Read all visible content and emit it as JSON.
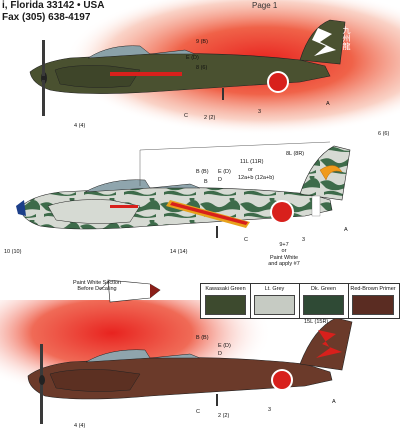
{
  "header": {
    "line1": "i, Florida  33142  •  USA",
    "line2": "Fax (305) 638-4197",
    "page_tag": "Page 1"
  },
  "colors": {
    "red_glow": "#e8231f",
    "olive_green": "#4a5130",
    "hinomaru": "#d8201c",
    "camo_green": "#3d6b4a",
    "light_grey": "#c9ccc6",
    "red_brown": "#6b3a2a",
    "tail_flash_orange": "#f09a1a"
  },
  "aircraft_top": {
    "tail_kanji": "九州龍",
    "labels": [
      "9 (B)",
      "E (D)",
      "8 (6)",
      "4 (4)",
      "C",
      "2 (2)",
      "3",
      "A"
    ]
  },
  "aircraft_mid": {
    "labels": [
      "6 (6)",
      "8L (8R)",
      "11L (11R)",
      "or",
      "12a+b (12a+b)",
      "B (B)",
      "E (D)",
      "D",
      "B",
      "10 (10)",
      "14 (14)",
      "C",
      "3",
      "A"
    ],
    "note_lines": [
      "9+7",
      "or",
      "Paint White",
      "and apply #7"
    ]
  },
  "aircraft_bottom": {
    "labels": [
      "15L (15R)",
      "B (B)",
      "E (D)",
      "D",
      "4 (4)",
      "C",
      "2 (2)",
      "3",
      "A"
    ]
  },
  "paint_note": {
    "line1": "Paint White Section",
    "line2": "Before Decaling"
  },
  "color_key": [
    {
      "name": "Kawasaki Green",
      "hex": "#3d4a2e"
    },
    {
      "name": "Lt. Grey",
      "hex": "#c6cbc3"
    },
    {
      "name": "Dk. Green",
      "hex": "#2f4a35"
    },
    {
      "name": "Red-Brown Primer",
      "hex": "#5a2c22"
    }
  ]
}
